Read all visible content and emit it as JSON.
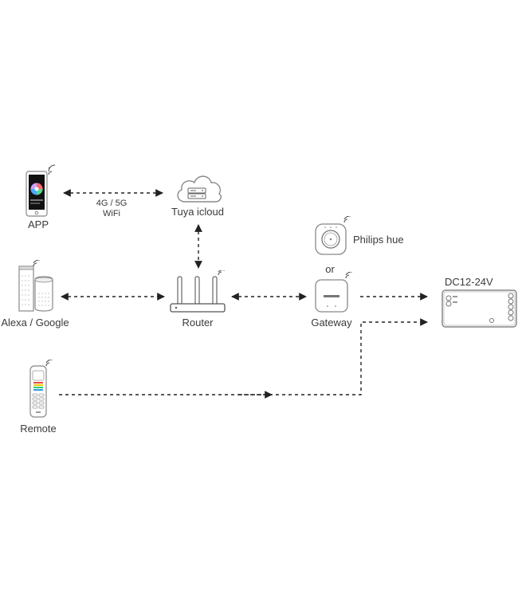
{
  "colors": {
    "line": "#222222",
    "device_stroke": "#888888",
    "text": "#3a3a3a"
  },
  "labels": {
    "app": "APP",
    "conn_4g": "4G / 5G",
    "conn_wifi": "WiFi",
    "cloud": "Tuya icloud",
    "philips": "Philips hue",
    "or": "or",
    "alexa": "Alexa / Google",
    "router": "Router",
    "gateway": "Gateway",
    "controller": "DC12-24V",
    "remote": "Remote"
  },
  "icons": {
    "app": "smartphone-icon",
    "cloud": "cloud-server-icon",
    "philips": "philips-hue-bridge-icon",
    "alexa": "smart-speaker-icon",
    "router": "router-icon",
    "gateway": "gateway-icon",
    "controller": "led-controller-icon",
    "remote": "remote-control-icon"
  },
  "edges": [
    {
      "from": "app",
      "to": "cloud",
      "type": "bidirectional",
      "style": "dashed"
    },
    {
      "from": "cloud",
      "to": "router",
      "type": "bidirectional",
      "style": "dashed"
    },
    {
      "from": "alexa",
      "to": "router",
      "type": "bidirectional",
      "style": "dashed"
    },
    {
      "from": "router",
      "to": "gateway",
      "type": "bidirectional",
      "style": "dashed"
    },
    {
      "from": "gateway",
      "to": "controller",
      "type": "directed",
      "style": "dashed"
    },
    {
      "from": "remote",
      "to": "controller",
      "type": "directed",
      "style": "dashed"
    }
  ]
}
